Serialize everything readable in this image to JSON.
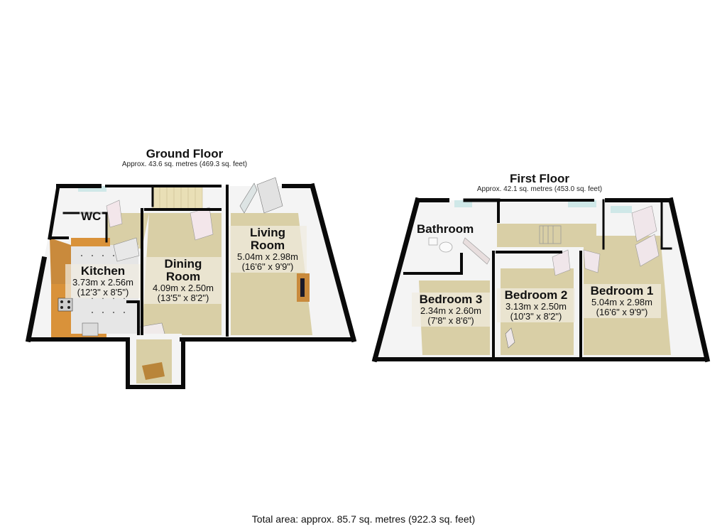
{
  "ground_floor": {
    "title": "Ground Floor",
    "area": "Approx. 43.6 sq. metres (469.3 sq. feet)",
    "rooms": [
      {
        "name": "WC",
        "metric": "",
        "imperial": ""
      },
      {
        "name": "Kitchen",
        "metric": "3.73m x 2.56m",
        "imperial": "(12'3\" x 8'5\")"
      },
      {
        "name_line1": "Dining",
        "name_line2": "Room",
        "metric": "4.09m x 2.50m",
        "imperial": "(13'5\" x 8'2\")"
      },
      {
        "name_line1": "Living",
        "name_line2": "Room",
        "metric": "5.04m x 2.98m",
        "imperial": "(16'6\" x 9'9\")"
      }
    ]
  },
  "first_floor": {
    "title": "First Floor",
    "area": "Approx. 42.1 sq. metres (453.0 sq. feet)",
    "rooms": [
      {
        "name": "Bathroom",
        "metric": "",
        "imperial": ""
      },
      {
        "name": "Bedroom 3",
        "metric": "2.34m x 2.60m",
        "imperial": "(7'8\" x 8'6\")"
      },
      {
        "name": "Bedroom 2",
        "metric": "3.13m x 2.50m",
        "imperial": "(10'3\" x 8'2\")"
      },
      {
        "name": "Bedroom 1",
        "metric": "5.04m x 2.98m",
        "imperial": "(16'6\" x 9'9\")"
      }
    ]
  },
  "total_area": "Total area: approx. 85.7 sq. metres (922.3 sq. feet)",
  "colors": {
    "wall": "#0a0a0a",
    "floor_carpet": "#d9cfa6",
    "kitchen_counter": "#d9923a",
    "wall_face": "#f4f4f4",
    "window": "#cfe8e8"
  }
}
